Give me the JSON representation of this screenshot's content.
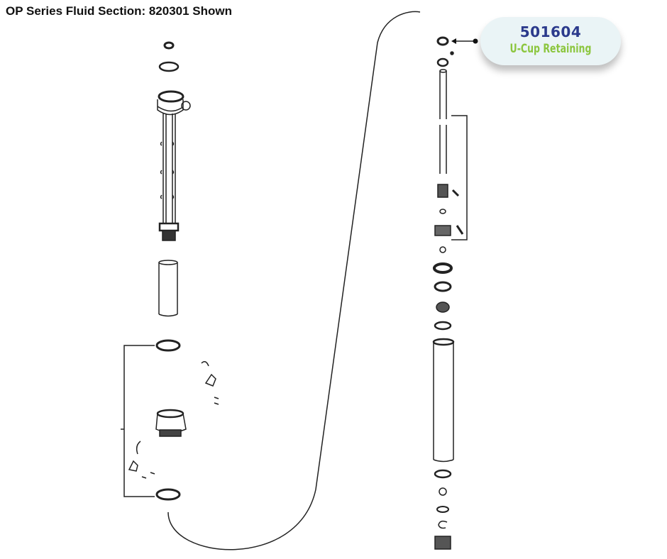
{
  "title": "OP Series Fluid Section: 820301 Shown",
  "callout": {
    "part_number": "501604",
    "part_name": "U-Cup Retaining",
    "number_color": "#2b3a8c",
    "name_color": "#8cc63f"
  }
}
